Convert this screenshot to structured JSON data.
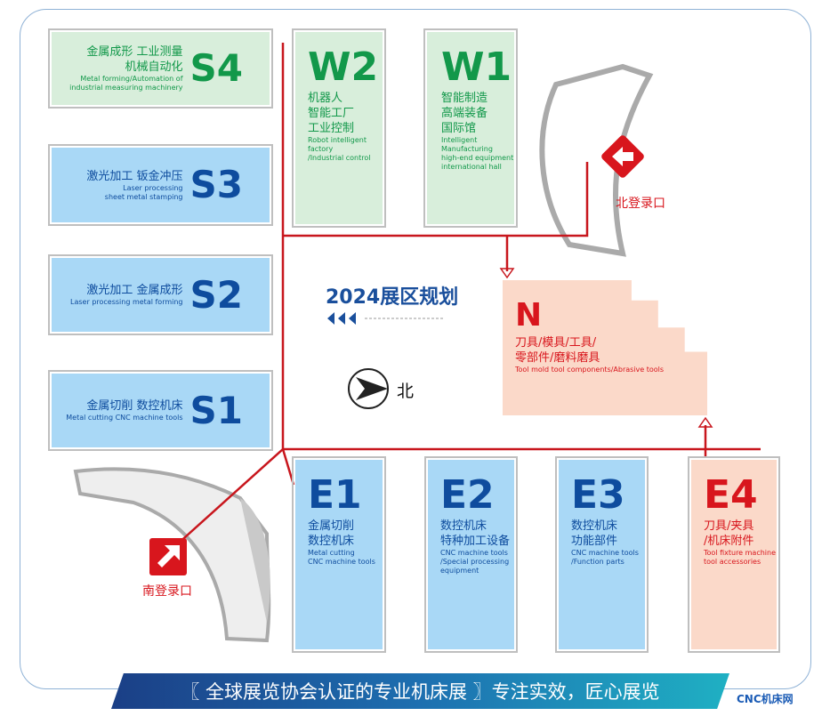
{
  "title": "2024展区规划",
  "north_label": "北",
  "halls": {
    "S4": {
      "code": "S4",
      "cn": "金属成形  工业测量",
      "cn2": "机械自动化",
      "en": "Metal forming/Automation of",
      "en2": "industrial measuring machinery"
    },
    "S3": {
      "code": "S3",
      "cn": "激光加工  钣金冲压",
      "en": "Laser processing",
      "en2": "sheet metal stamping"
    },
    "S2": {
      "code": "S2",
      "cn": "激光加工  金属成形",
      "en": "Laser processing metal forming"
    },
    "S1": {
      "code": "S1",
      "cn": "金属切削  数控机床",
      "en": "Metal cutting CNC machine tools"
    },
    "W2": {
      "code": "W2",
      "cn": "机器人",
      "cn2": "智能工厂",
      "cn3": "工业控制",
      "en": "Robot intelligent",
      "en2": "factory",
      "en3": "/Industrial control"
    },
    "W1": {
      "code": "W1",
      "cn": "智能制造",
      "cn2": "高端装备",
      "cn3": "国际馆",
      "en": "Intelligent",
      "en2": "Manufacturing",
      "en3": "high-end equipment",
      "en4": "international hall"
    },
    "N": {
      "code": "N",
      "cn": "刀具/模具/工具/",
      "cn2": "零部件/磨料磨具",
      "en": "Tool mold tool components/Abrasive tools"
    },
    "E1": {
      "code": "E1",
      "cn": "金属切削",
      "cn2": "数控机床",
      "en": "Metal cutting",
      "en2": "CNC machine tools"
    },
    "E2": {
      "code": "E2",
      "cn": "数控机床",
      "cn2": "特种加工设备",
      "en": "CNC machine tools",
      "en2": "/Special processing",
      "en3": "equipment"
    },
    "E3": {
      "code": "E3",
      "cn": "数控机床",
      "cn2": "功能部件",
      "en": "CNC machine tools",
      "en2": "/Function parts"
    },
    "E4": {
      "code": "E4",
      "cn": "刀具/夹具",
      "cn2": "/机床附件",
      "en": "Tool fixture machine",
      "en2": "tool accessories"
    }
  },
  "entrances": {
    "north": "北登录口",
    "south": "南登录口"
  },
  "banner": "〖 全球展览协会认证的专业机床展 〗专注实效，匠心展览",
  "watermark": "CNC机床网",
  "colors": {
    "green": "#12984a",
    "blue": "#0e4c9e",
    "red": "#d8161d",
    "path": "#c8161d"
  }
}
